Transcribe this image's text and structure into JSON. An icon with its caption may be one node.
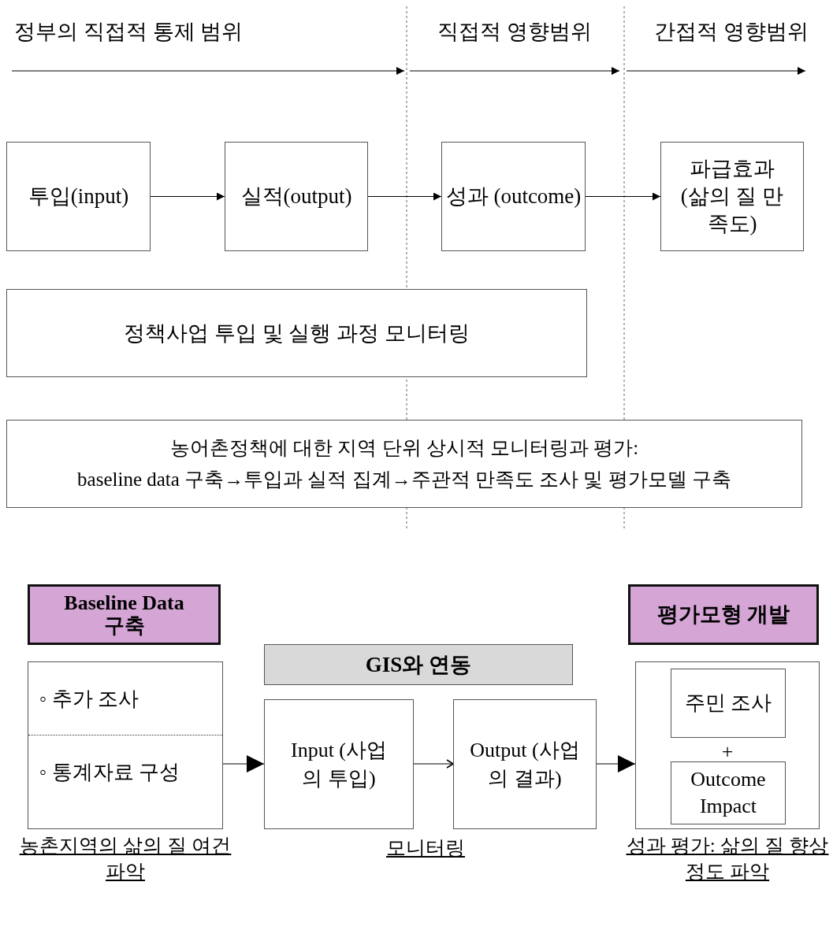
{
  "diagram": {
    "nodes": [
      {
        "text": [
          "투입(input)"
        ]
      },
      {
        "text": [
          "실적(output)"
        ]
      },
      {
        "text": [
          "성과 (outcome)"
        ]
      },
      {
        "text": [
          "파급효과 (삶의 질 만족도)"
        ]
      },
      {
        "text": [
          "정책사업 투입 및 실행 과정 모니터링"
        ]
      },
      {
        "text": [
          "농어촌정책에 대한 지역 단위 상시적 모니터링과 평가:",
          "baseline data 구축→투입과 실적 집계→주관적 만족도 조사 및 평가모델 구축"
        ]
      },
      {
        "text": [
          "Baseline Data 구축"
        ]
      },
      {
        "text": [
          "◦ 추가 조사",
          "◦ 통계자료 구성"
        ],
        "beside": [
          "농촌지역의 삶의 질 여건 파악"
        ]
      },
      {
        "text": [
          "GIS와 연동"
        ]
      },
      {
        "text": [
          "Input (사업의 투입)"
        ]
      },
      {
        "text": [
          "Output (사업의 결과)"
        ]
      },
      {
        "text": [
          "평가모형 개발"
        ]
      },
      {
        "text": [
          "+"
        ],
        "beside": [
          "성과 평가: 삶의 질 향상 정도 파악"
        ]
      },
      {
        "text": [
          "주민 조사"
        ],
        "in": 12
      },
      {
        "text": [
          "Outcome Impact"
        ],
        "in": 12
      }
    ],
    "edges": [
      {
        "from": 0,
        "to": 1,
        "arrow": "to"
      },
      {
        "from": 1,
        "to": 2,
        "arrow": "to"
      },
      {
        "from": 2,
        "to": 3,
        "arrow": "to"
      },
      {
        "from": 7,
        "to": 9,
        "arrow": "to"
      },
      {
        "from": 9,
        "to": 10,
        "arrow": "to"
      },
      {
        "from": 10,
        "to": 12,
        "arrow": "to"
      }
    ],
    "labels": [
      "정부의 직접적 통제 범위",
      "직접적 영향범위",
      "간접적 영향범위",
      "모니터링"
    ]
  }
}
